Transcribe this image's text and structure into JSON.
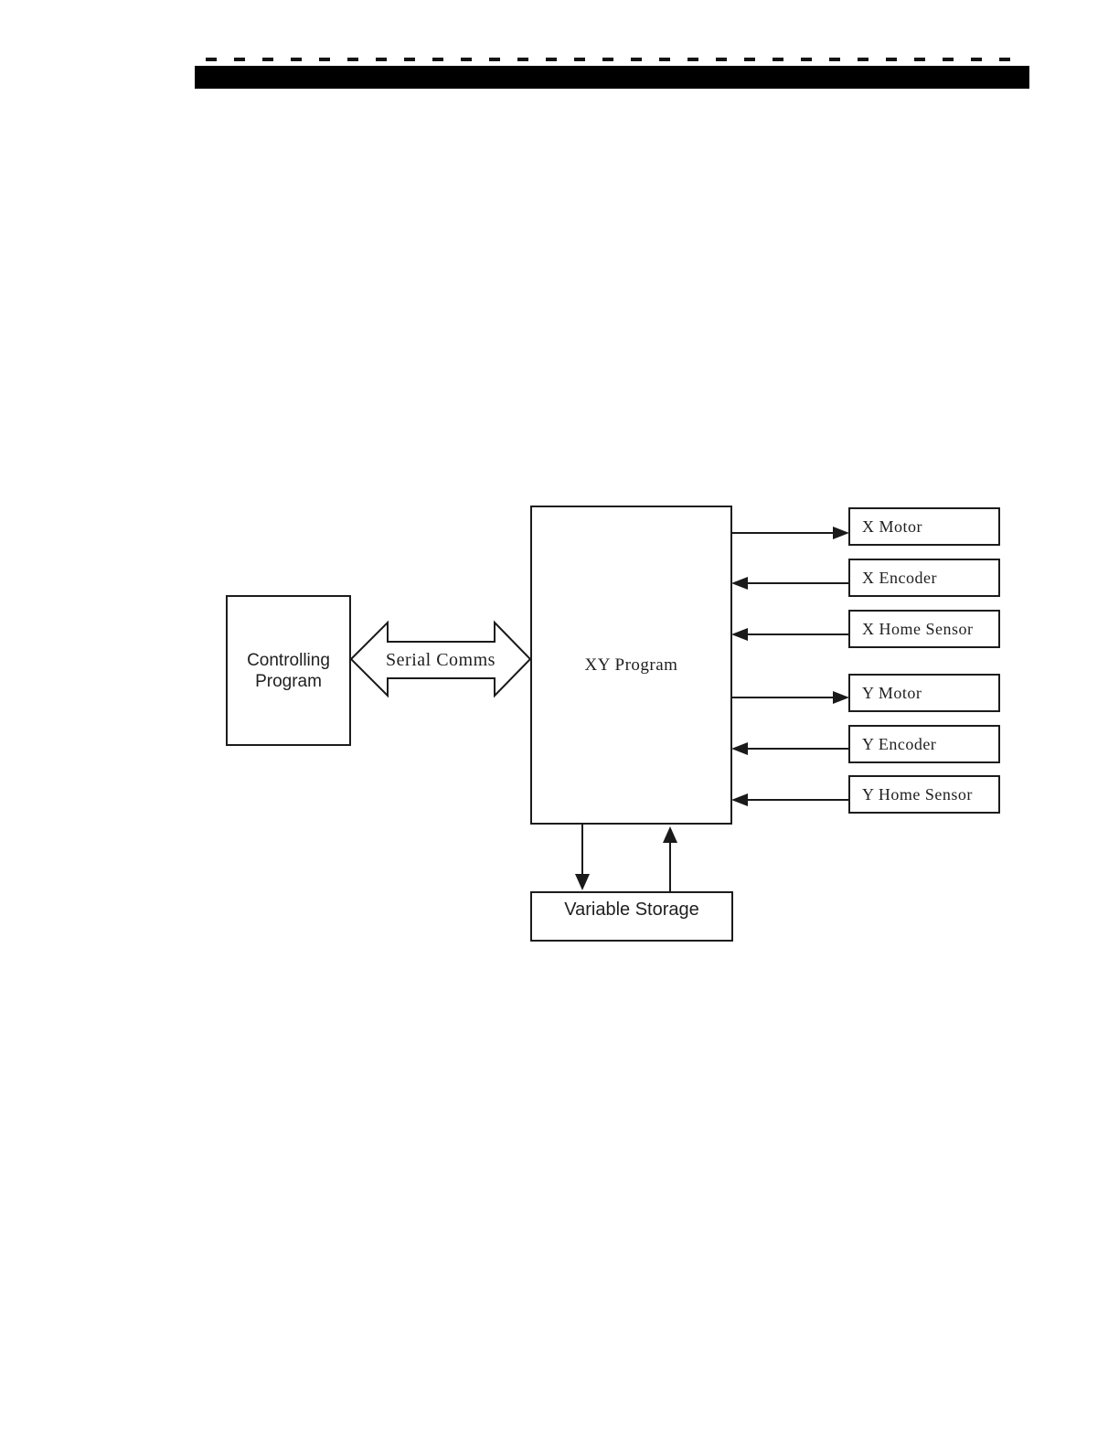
{
  "page": {
    "kind": "scanned-manual-page-with-block-diagram",
    "colors": {
      "background": "#ffffff",
      "header_bar": "#000000",
      "line": "#1a1a1a",
      "text": "#1f1f1f"
    }
  },
  "header": {
    "bar_color": "#000000"
  },
  "diagram": {
    "controlling_program": {
      "label": "Controlling\nProgram"
    },
    "serial_comms": {
      "label": "Serial Comms"
    },
    "xy_program": {
      "label": "XY Program"
    },
    "peripherals": [
      {
        "label": "X Motor",
        "flow": "output-from-xy-program"
      },
      {
        "label": "X Encoder",
        "flow": "input-to-xy-program"
      },
      {
        "label": "X Home Sensor",
        "flow": "input-to-xy-program"
      },
      {
        "label": "Y Motor",
        "flow": "output-from-xy-program"
      },
      {
        "label": "Y Encoder",
        "flow": "input-to-xy-program"
      },
      {
        "label": "Y Home Sensor",
        "flow": "input-to-xy-program"
      }
    ],
    "variable_storage": {
      "label": "Variable Storage"
    },
    "edges": [
      {
        "from": "Controlling Program",
        "to": "XY Program",
        "style": "hollow-double-headed-arrow",
        "label": "Serial Comms"
      },
      {
        "from": "XY Program",
        "to": "X Motor",
        "arrow": "right"
      },
      {
        "from": "X Encoder",
        "to": "XY Program",
        "arrow": "left"
      },
      {
        "from": "X Home Sensor",
        "to": "XY Program",
        "arrow": "left"
      },
      {
        "from": "XY Program",
        "to": "Y Motor",
        "arrow": "right"
      },
      {
        "from": "Y Encoder",
        "to": "XY Program",
        "arrow": "left"
      },
      {
        "from": "Y Home Sensor",
        "to": "XY Program",
        "arrow": "left"
      },
      {
        "from": "XY Program",
        "to": "Variable Storage",
        "arrow": "down"
      },
      {
        "from": "Variable Storage",
        "to": "XY Program",
        "arrow": "up"
      }
    ]
  }
}
